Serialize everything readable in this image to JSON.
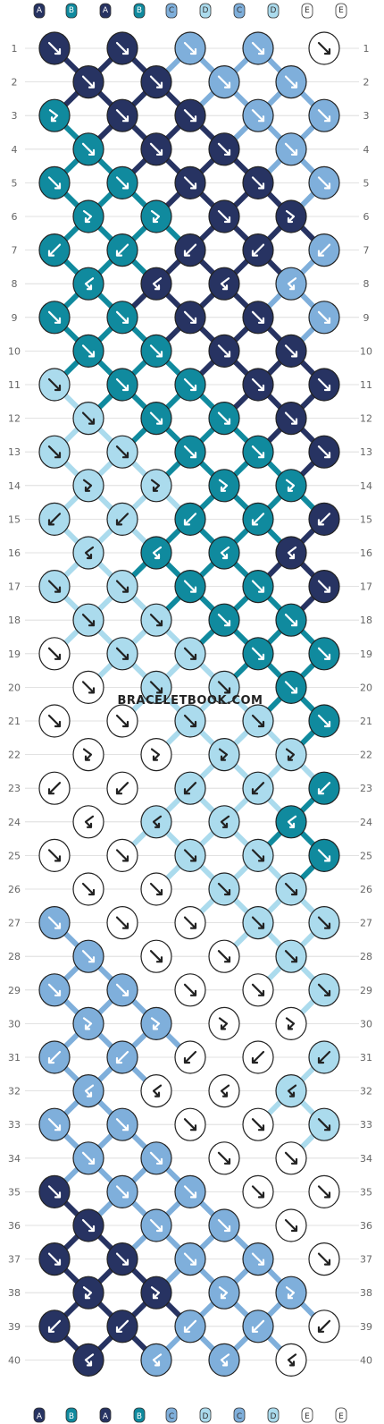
{
  "watermark": "BRACELETBOOK.COM",
  "colors": {
    "A": "#273362",
    "B": "#108A9E",
    "C": "#7FAFDB",
    "D": "#ABDBED",
    "E": "#FFFFFF"
  },
  "strand_labels": [
    "A",
    "B",
    "A",
    "B",
    "C",
    "D",
    "C",
    "D",
    "E",
    "E"
  ],
  "bottom_strand_labels": [
    "A",
    "B",
    "A",
    "B",
    "C",
    "D",
    "C",
    "D",
    "E",
    "E"
  ],
  "row_count": 40,
  "rows": [
    {
      "n": 1,
      "knots": [
        {
          "c": "A",
          "d": "f"
        },
        {
          "c": "A",
          "d": "f"
        },
        {
          "c": "C",
          "d": "f"
        },
        {
          "c": "C",
          "d": "f"
        },
        {
          "c": "E",
          "d": "f"
        }
      ]
    },
    {
      "n": 2,
      "knots": [
        {
          "c": "A",
          "d": "f"
        },
        {
          "c": "A",
          "d": "f"
        },
        {
          "c": "C",
          "d": "f"
        },
        {
          "c": "C",
          "d": "f"
        }
      ]
    },
    {
      "n": 3,
      "knots": [
        {
          "c": "B",
          "d": "fb"
        },
        {
          "c": "A",
          "d": "f"
        },
        {
          "c": "A",
          "d": "f"
        },
        {
          "c": "C",
          "d": "f"
        },
        {
          "c": "C",
          "d": "f"
        }
      ]
    },
    {
      "n": 4,
      "knots": [
        {
          "c": "B",
          "d": "f"
        },
        {
          "c": "A",
          "d": "f"
        },
        {
          "c": "A",
          "d": "f"
        },
        {
          "c": "C",
          "d": "f"
        }
      ]
    },
    {
      "n": 5,
      "knots": [
        {
          "c": "B",
          "d": "f"
        },
        {
          "c": "B",
          "d": "f"
        },
        {
          "c": "A",
          "d": "f"
        },
        {
          "c": "A",
          "d": "f"
        },
        {
          "c": "C",
          "d": "f"
        }
      ]
    },
    {
      "n": 6,
      "knots": [
        {
          "c": "B",
          "d": "fb"
        },
        {
          "c": "B",
          "d": "fb"
        },
        {
          "c": "A",
          "d": "f"
        },
        {
          "c": "A",
          "d": "fb"
        }
      ]
    },
    {
      "n": 7,
      "knots": [
        {
          "c": "B",
          "d": "b"
        },
        {
          "c": "B",
          "d": "b"
        },
        {
          "c": "A",
          "d": "b"
        },
        {
          "c": "A",
          "d": "b"
        },
        {
          "c": "C",
          "d": "b"
        }
      ]
    },
    {
      "n": 8,
      "knots": [
        {
          "c": "B",
          "d": "bf"
        },
        {
          "c": "A",
          "d": "bf"
        },
        {
          "c": "A",
          "d": "bf"
        },
        {
          "c": "C",
          "d": "bf"
        }
      ]
    },
    {
      "n": 9,
      "knots": [
        {
          "c": "B",
          "d": "f"
        },
        {
          "c": "B",
          "d": "f"
        },
        {
          "c": "A",
          "d": "f"
        },
        {
          "c": "A",
          "d": "f"
        },
        {
          "c": "C",
          "d": "f"
        }
      ]
    },
    {
      "n": 10,
      "knots": [
        {
          "c": "B",
          "d": "f"
        },
        {
          "c": "B",
          "d": "f"
        },
        {
          "c": "A",
          "d": "f"
        },
        {
          "c": "A",
          "d": "f"
        }
      ]
    },
    {
      "n": 11,
      "knots": [
        {
          "c": "D",
          "d": "f"
        },
        {
          "c": "B",
          "d": "f"
        },
        {
          "c": "B",
          "d": "f"
        },
        {
          "c": "A",
          "d": "f"
        },
        {
          "c": "A",
          "d": "f"
        }
      ]
    },
    {
      "n": 12,
      "knots": [
        {
          "c": "D",
          "d": "f"
        },
        {
          "c": "B",
          "d": "f"
        },
        {
          "c": "B",
          "d": "f"
        },
        {
          "c": "A",
          "d": "f"
        }
      ]
    },
    {
      "n": 13,
      "knots": [
        {
          "c": "D",
          "d": "f"
        },
        {
          "c": "D",
          "d": "f"
        },
        {
          "c": "B",
          "d": "f"
        },
        {
          "c": "B",
          "d": "f"
        },
        {
          "c": "A",
          "d": "f"
        }
      ]
    },
    {
      "n": 14,
      "knots": [
        {
          "c": "D",
          "d": "fb"
        },
        {
          "c": "D",
          "d": "fb"
        },
        {
          "c": "B",
          "d": "fb"
        },
        {
          "c": "B",
          "d": "fb"
        }
      ]
    },
    {
      "n": 15,
      "knots": [
        {
          "c": "D",
          "d": "b"
        },
        {
          "c": "D",
          "d": "b"
        },
        {
          "c": "B",
          "d": "b"
        },
        {
          "c": "B",
          "d": "b"
        },
        {
          "c": "A",
          "d": "b"
        }
      ]
    },
    {
      "n": 16,
      "knots": [
        {
          "c": "D",
          "d": "bf"
        },
        {
          "c": "B",
          "d": "bf"
        },
        {
          "c": "B",
          "d": "bf"
        },
        {
          "c": "A",
          "d": "bf"
        }
      ]
    },
    {
      "n": 17,
      "knots": [
        {
          "c": "D",
          "d": "f"
        },
        {
          "c": "D",
          "d": "f"
        },
        {
          "c": "B",
          "d": "f"
        },
        {
          "c": "B",
          "d": "f"
        },
        {
          "c": "A",
          "d": "f"
        }
      ]
    },
    {
      "n": 18,
      "knots": [
        {
          "c": "D",
          "d": "f"
        },
        {
          "c": "D",
          "d": "f"
        },
        {
          "c": "B",
          "d": "f"
        },
        {
          "c": "B",
          "d": "f"
        }
      ]
    },
    {
      "n": 19,
      "knots": [
        {
          "c": "E",
          "d": "f"
        },
        {
          "c": "D",
          "d": "f"
        },
        {
          "c": "D",
          "d": "f"
        },
        {
          "c": "B",
          "d": "f"
        },
        {
          "c": "B",
          "d": "f"
        }
      ]
    },
    {
      "n": 20,
      "knots": [
        {
          "c": "E",
          "d": "f"
        },
        {
          "c": "D",
          "d": "f"
        },
        {
          "c": "D",
          "d": "f"
        },
        {
          "c": "B",
          "d": "f"
        }
      ]
    },
    {
      "n": 21,
      "knots": [
        {
          "c": "E",
          "d": "f"
        },
        {
          "c": "E",
          "d": "f"
        },
        {
          "c": "D",
          "d": "f"
        },
        {
          "c": "D",
          "d": "f"
        },
        {
          "c": "B",
          "d": "f"
        }
      ]
    },
    {
      "n": 22,
      "knots": [
        {
          "c": "E",
          "d": "fb"
        },
        {
          "c": "E",
          "d": "fb"
        },
        {
          "c": "D",
          "d": "fb"
        },
        {
          "c": "D",
          "d": "fb"
        }
      ]
    },
    {
      "n": 23,
      "knots": [
        {
          "c": "E",
          "d": "b"
        },
        {
          "c": "E",
          "d": "b"
        },
        {
          "c": "D",
          "d": "b"
        },
        {
          "c": "D",
          "d": "b"
        },
        {
          "c": "B",
          "d": "b"
        }
      ]
    },
    {
      "n": 24,
      "knots": [
        {
          "c": "E",
          "d": "bf"
        },
        {
          "c": "D",
          "d": "bf"
        },
        {
          "c": "D",
          "d": "bf"
        },
        {
          "c": "B",
          "d": "bf"
        }
      ]
    },
    {
      "n": 25,
      "knots": [
        {
          "c": "E",
          "d": "f"
        },
        {
          "c": "E",
          "d": "f"
        },
        {
          "c": "D",
          "d": "f"
        },
        {
          "c": "D",
          "d": "f"
        },
        {
          "c": "B",
          "d": "f"
        }
      ]
    },
    {
      "n": 26,
      "knots": [
        {
          "c": "E",
          "d": "f"
        },
        {
          "c": "E",
          "d": "f"
        },
        {
          "c": "D",
          "d": "f"
        },
        {
          "c": "D",
          "d": "f"
        }
      ]
    },
    {
      "n": 27,
      "knots": [
        {
          "c": "C",
          "d": "f"
        },
        {
          "c": "E",
          "d": "f"
        },
        {
          "c": "E",
          "d": "f"
        },
        {
          "c": "D",
          "d": "f"
        },
        {
          "c": "D",
          "d": "f"
        }
      ]
    },
    {
      "n": 28,
      "knots": [
        {
          "c": "C",
          "d": "f"
        },
        {
          "c": "E",
          "d": "f"
        },
        {
          "c": "E",
          "d": "f"
        },
        {
          "c": "D",
          "d": "f"
        }
      ]
    },
    {
      "n": 29,
      "knots": [
        {
          "c": "C",
          "d": "f"
        },
        {
          "c": "C",
          "d": "f"
        },
        {
          "c": "E",
          "d": "f"
        },
        {
          "c": "E",
          "d": "f"
        },
        {
          "c": "D",
          "d": "f"
        }
      ]
    },
    {
      "n": 30,
      "knots": [
        {
          "c": "C",
          "d": "fb"
        },
        {
          "c": "C",
          "d": "fb"
        },
        {
          "c": "E",
          "d": "fb"
        },
        {
          "c": "E",
          "d": "fb"
        }
      ]
    },
    {
      "n": 31,
      "knots": [
        {
          "c": "C",
          "d": "b"
        },
        {
          "c": "C",
          "d": "b"
        },
        {
          "c": "E",
          "d": "b"
        },
        {
          "c": "E",
          "d": "b"
        },
        {
          "c": "D",
          "d": "b"
        }
      ]
    },
    {
      "n": 32,
      "knots": [
        {
          "c": "C",
          "d": "bf"
        },
        {
          "c": "E",
          "d": "bf"
        },
        {
          "c": "E",
          "d": "bf"
        },
        {
          "c": "D",
          "d": "bf"
        }
      ]
    },
    {
      "n": 33,
      "knots": [
        {
          "c": "C",
          "d": "f"
        },
        {
          "c": "C",
          "d": "f"
        },
        {
          "c": "E",
          "d": "f"
        },
        {
          "c": "E",
          "d": "f"
        },
        {
          "c": "D",
          "d": "f"
        }
      ]
    },
    {
      "n": 34,
      "knots": [
        {
          "c": "C",
          "d": "f"
        },
        {
          "c": "C",
          "d": "f"
        },
        {
          "c": "E",
          "d": "f"
        },
        {
          "c": "E",
          "d": "f"
        }
      ]
    },
    {
      "n": 35,
      "knots": [
        {
          "c": "A",
          "d": "f"
        },
        {
          "c": "C",
          "d": "f"
        },
        {
          "c": "C",
          "d": "f"
        },
        {
          "c": "E",
          "d": "f"
        },
        {
          "c": "E",
          "d": "f"
        }
      ]
    },
    {
      "n": 36,
      "knots": [
        {
          "c": "A",
          "d": "f"
        },
        {
          "c": "C",
          "d": "f"
        },
        {
          "c": "C",
          "d": "f"
        },
        {
          "c": "E",
          "d": "f"
        }
      ]
    },
    {
      "n": 37,
      "knots": [
        {
          "c": "A",
          "d": "f"
        },
        {
          "c": "A",
          "d": "f"
        },
        {
          "c": "C",
          "d": "f"
        },
        {
          "c": "C",
          "d": "f"
        },
        {
          "c": "E",
          "d": "f"
        }
      ]
    },
    {
      "n": 38,
      "knots": [
        {
          "c": "A",
          "d": "fb"
        },
        {
          "c": "A",
          "d": "fb"
        },
        {
          "c": "C",
          "d": "fb"
        },
        {
          "c": "C",
          "d": "fb"
        }
      ]
    },
    {
      "n": 39,
      "knots": [
        {
          "c": "A",
          "d": "b"
        },
        {
          "c": "A",
          "d": "b"
        },
        {
          "c": "C",
          "d": "b"
        },
        {
          "c": "C",
          "d": "b"
        },
        {
          "c": "E",
          "d": "b"
        }
      ]
    },
    {
      "n": 40,
      "knots": [
        {
          "c": "A",
          "d": "bf"
        },
        {
          "c": "C",
          "d": "bf"
        },
        {
          "c": "C",
          "d": "bf"
        },
        {
          "c": "E",
          "d": "bf"
        }
      ]
    }
  ]
}
